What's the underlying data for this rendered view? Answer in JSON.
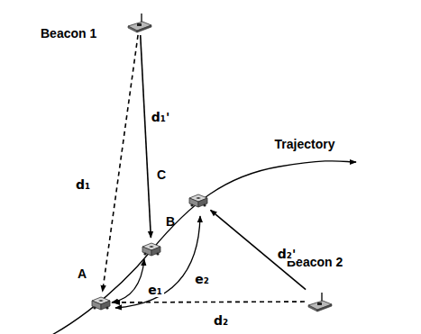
{
  "diagram": {
    "nodes": [
      {
        "text": [
          "Beacon 1"
        ]
      },
      {
        "text": [
          "C"
        ]
      },
      {
        "text": [
          "B"
        ]
      },
      {
        "text": [
          "A"
        ]
      },
      {
        "text": [
          "Beacon 2"
        ]
      }
    ],
    "edges": [
      {
        "from": 0,
        "to": 3,
        "label": "d₁",
        "arrow": "to"
      },
      {
        "from": 0,
        "to": 2,
        "label": "d₁'",
        "arrow": "to"
      },
      {
        "from": 4,
        "to": 1,
        "label": "d₂'",
        "arrow": "to"
      },
      {
        "from": 4,
        "to": 3,
        "label": "d₂",
        "arrow": "to"
      }
    ],
    "labels": [
      "Trajectory",
      "e₁",
      "e₂"
    ]
  }
}
